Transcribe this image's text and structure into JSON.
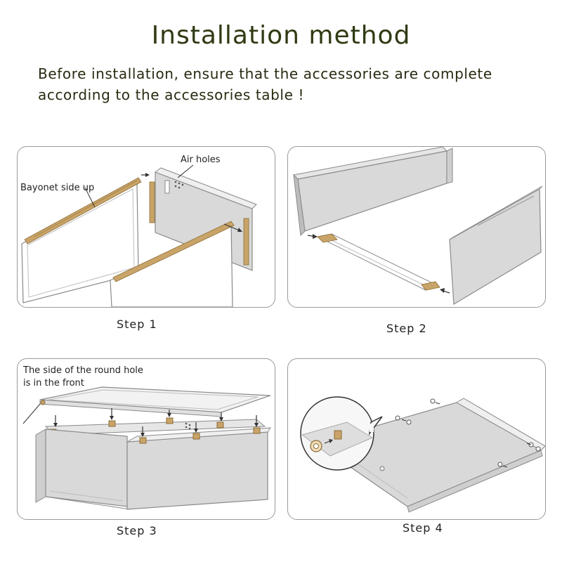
{
  "title": "Installation method",
  "intro": "Before installation, ensure that the accessories are complete according to the accessories table !",
  "steps": [
    {
      "label": "Step 1",
      "callouts": {
        "bayonet": "Bayonet side up",
        "air_holes": "Air holes"
      }
    },
    {
      "label": "Step 2"
    },
    {
      "label": "Step 3",
      "callouts": {
        "round_hole_1": "The side of the round hole",
        "round_hole_2": "is in the front"
      }
    },
    {
      "label": "Step 4"
    }
  ],
  "colors": {
    "title": "#2f3a12",
    "clip": "#c9a468",
    "panel": "#d9d9d9",
    "border": "#9a9a9a"
  }
}
